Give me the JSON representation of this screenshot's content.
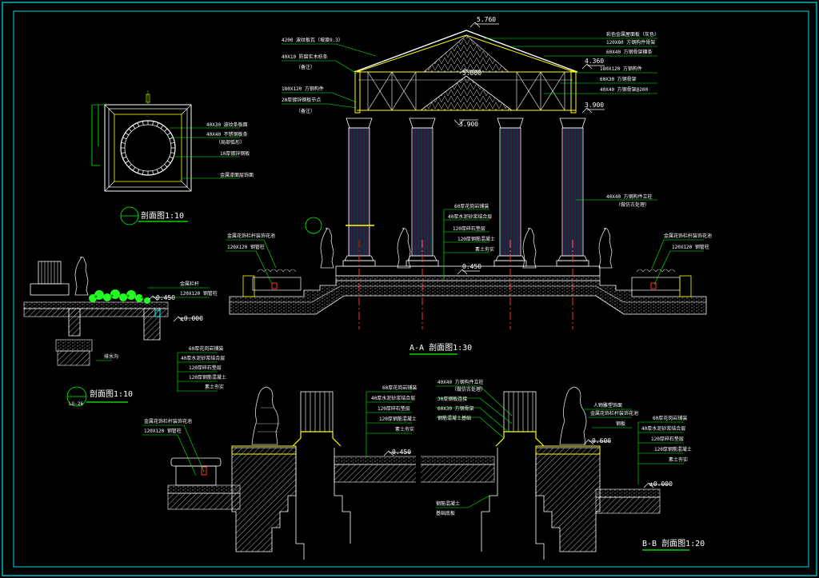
{
  "drawing": {
    "colors": {
      "background": "#000000",
      "frame": "#00e0e0",
      "leader": "#00ff00",
      "structure": "#ffff00",
      "detail": "#00ffff",
      "hatch": "#e8e8e8",
      "centerline": "#ff3030",
      "plant": "#20ff20",
      "text": "#ffffff"
    },
    "elevations": {
      "top": "5.760",
      "eave": "4.360",
      "inner": "5.000",
      "beam_left": "3.900",
      "beam_right": "3.900",
      "platform": "0.450",
      "detail_mid": "0.450",
      "detail_base": "±0.000",
      "b_mid": "0.450",
      "b_right": "0.600",
      "b_base": "±0.000"
    },
    "titles": {
      "section_aa": "A-A 剖面图1:30",
      "section_bb": "B-B 剖面图1:20",
      "plan_section": "剖面图1:10",
      "detail_section": "剖面图1:10",
      "detail_mark": "LG-26"
    },
    "plan_labels": [
      "40X30 波纹条板面",
      "40X40 不锈钢板条",
      "（局部弧形）",
      "10厚镀锌钢板",
      "金属漆面层饰面"
    ],
    "roof_labels_left": [
      "4200 波纹板瓦（坡度0.3）",
      "40X10 防腐实木枋条",
      "（备注）",
      "180X120 方钢构件",
      "20厚镀锌钢板节点",
      "（备注）"
    ],
    "roof_labels_right": [
      "彩色金属屋面板（灰色）",
      "120X80 方钢构件骨架",
      "60X40 方钢骨架檩条",
      "180X120 方钢构件",
      "60X30 方钢骨架",
      "40X40 方钢骨架@200"
    ],
    "column_label": [
      "40X40 方钢构件立柱",
      "（做仿古处理）"
    ],
    "center_labels": [
      "60厚花岗岩铺装",
      "40厚水泥砂浆结合层",
      "120厚碎石垫层",
      "120厚钢筋混凝土",
      "素土夯实"
    ],
    "side_labels_left": [
      "金属花饰栏杆装饰花池",
      "120X120 钢管柱"
    ],
    "side_labels_right": [
      "金属花饰栏杆装饰花池",
      "120X120 钢管柱"
    ],
    "detail_labels_top": [
      "金属栏杆",
      "120X120 钢管柱"
    ],
    "detail_labels": [
      "60厚花岗岩铺装",
      "40厚水泥砂浆结合层",
      "120厚碎石垫层",
      "120厚钢筋混凝土",
      "素土夯实"
    ],
    "detail_note": "排水沟",
    "b_left_labels": [
      "金属花饰栏杆装饰花池",
      "120X120 钢管柱"
    ],
    "b_mid_labels": [
      "60厚花岗岩铺装",
      "40厚水泥砂浆结合层",
      "120厚碎石垫层",
      "120厚钢筋混凝土",
      "素土夯实"
    ],
    "b_column_labels": [
      "40X40 方钢构件立柱",
      "（做仿古处理）",
      "30厚钢板连接",
      "60X30 方钢骨架",
      "钢筋混凝土基础"
    ],
    "b_right_labels": [
      "人物雕塑饰面",
      "金属花饰栏杆装饰花池",
      "钢板"
    ],
    "b_right_layers": [
      "60厚花岗岩铺装",
      "40厚水泥砂浆结合层",
      "120厚碎石垫层",
      "120厚钢筋混凝土",
      "素土夯实"
    ],
    "b_foundation_labels": [
      "钢筋混凝土",
      "基础底板"
    ]
  }
}
